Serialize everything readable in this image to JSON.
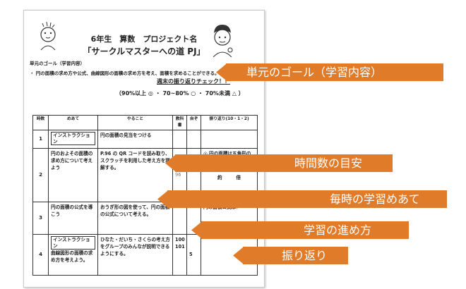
{
  "header": {
    "grade_title": "6年生　算数　プロジェクト名",
    "project_name": "「サークルマスターへの道 PJ」"
  },
  "goal": {
    "label": "単元のゴール（学習内容）",
    "text": "・ 円の面積の求め方や公式、曲線図形の面積の求め方を考え、面積を求めることができる。"
  },
  "check": {
    "title": "週末の振り返りチェック！！",
    "legend": "（90%以上 ◎ ・ 70~80% ○ ・ 70%未満 △ ）"
  },
  "table": {
    "headers": [
      "時数",
      "めあて",
      "やること",
      "教科書",
      "自ぞ",
      "振り返り(10・1・2)"
    ],
    "rows": [
      {
        "num": "1",
        "goal_tag": "インストラクション",
        "goal": "",
        "todo": "円の面積の見当をつける",
        "page": "",
        "self": "",
        "reflect_a": "",
        "reflect_b": ""
      },
      {
        "num": "2",
        "goal_tag": "",
        "goal": "円のおよその面積の求め方について考えよう",
        "todo": "P.96 の QR コードを読み取り、スクラッチを利用した考え方を理解する。",
        "page": "96",
        "self": "",
        "reflect_a": "◎ 円の面積は五角形の面積の約何",
        "reflect_b": "約　　　倍"
      },
      {
        "num": "3",
        "goal_tag": "",
        "goal": "円の面積の公式を導こう",
        "todo": "おうぎ形の図を使って、円の面積の公式について考える。",
        "page": "",
        "self": "",
        "reflect_a": "円の面積公式は？",
        "reflect_b": ""
      },
      {
        "num": "4",
        "goal_tag": "インストラクション",
        "goal": "曲線図形の面積の求め方を考えよう。",
        "todo": "ひなた・だいち・さくらの考え方をグループのみんなが説明できるようにする。",
        "page": "100\n101",
        "self": "5",
        "reflect_a": "",
        "reflect_b": ""
      }
    ]
  },
  "callouts": [
    {
      "label": "単元のゴール（学習内容）"
    },
    {
      "label": "時間数の目安"
    },
    {
      "label": "毎時の学習めあて"
    },
    {
      "label": "学習の進め方"
    },
    {
      "label": "振り返り"
    }
  ],
  "colors": {
    "callout": "#e07b2a"
  }
}
